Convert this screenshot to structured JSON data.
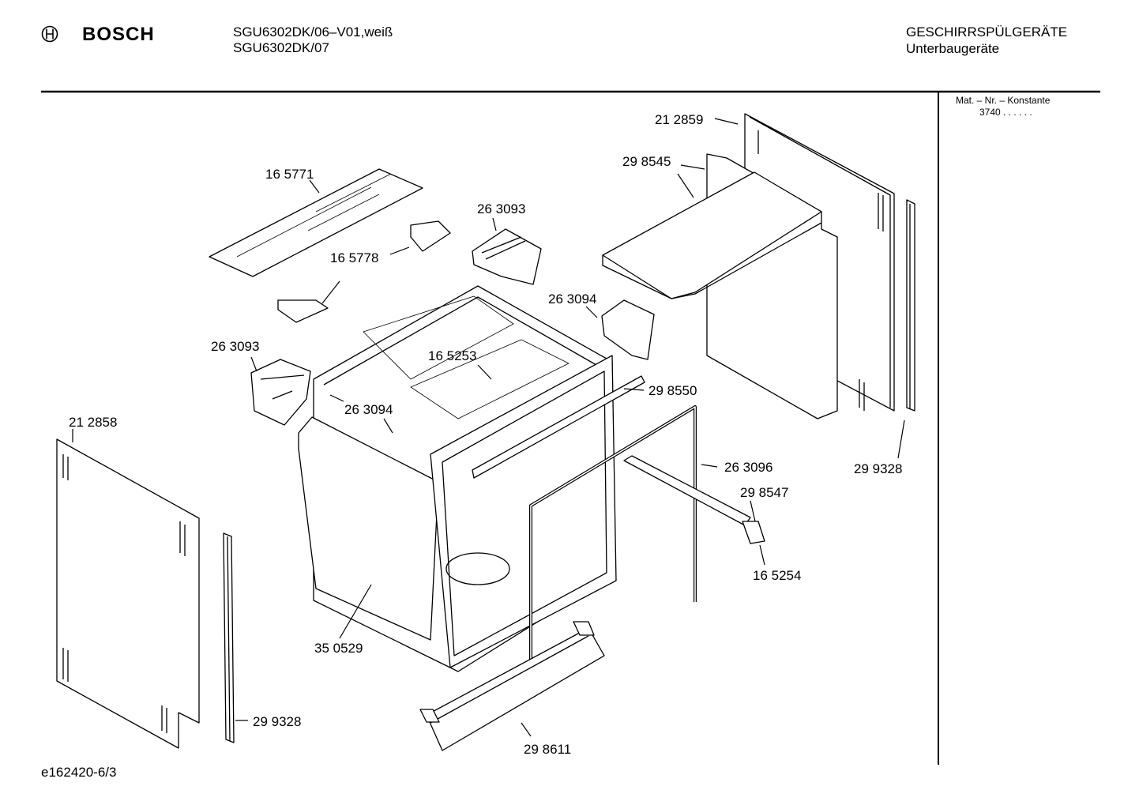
{
  "header": {
    "brand": "BOSCH",
    "models": [
      "SGU6302DK/06–V01,weiß",
      "SGU6302DK/07"
    ],
    "category": "GESCHIRRSPÜLGERÄTE",
    "subcategory": "Unterbaugeräte"
  },
  "sidebar": {
    "label": "Mat. – Nr. – Konstante",
    "value": "3740  .  .  .  .  .  ."
  },
  "parts": [
    {
      "id": "p212859",
      "label": "21 2859"
    },
    {
      "id": "p298545",
      "label": "29 8545"
    },
    {
      "id": "p165771",
      "label": "16 5771"
    },
    {
      "id": "p263093a",
      "label": "26 3093"
    },
    {
      "id": "p165778",
      "label": "16 5778"
    },
    {
      "id": "p263094a",
      "label": "26 3094"
    },
    {
      "id": "p263093b",
      "label": "26 3093"
    },
    {
      "id": "p165253",
      "label": "16 5253"
    },
    {
      "id": "p298550",
      "label": "29 8550"
    },
    {
      "id": "p263094b",
      "label": "26 3094"
    },
    {
      "id": "p212858",
      "label": "21 2858"
    },
    {
      "id": "p263096",
      "label": "26 3096"
    },
    {
      "id": "p299328a",
      "label": "29 9328"
    },
    {
      "id": "p298547",
      "label": "29 8547"
    },
    {
      "id": "p165254",
      "label": "16 5254"
    },
    {
      "id": "p350529",
      "label": "35 0529"
    },
    {
      "id": "p299328b",
      "label": "29 9328"
    },
    {
      "id": "p298611",
      "label": "29 8611"
    }
  ],
  "footer": {
    "code": "e162420-6/3"
  }
}
